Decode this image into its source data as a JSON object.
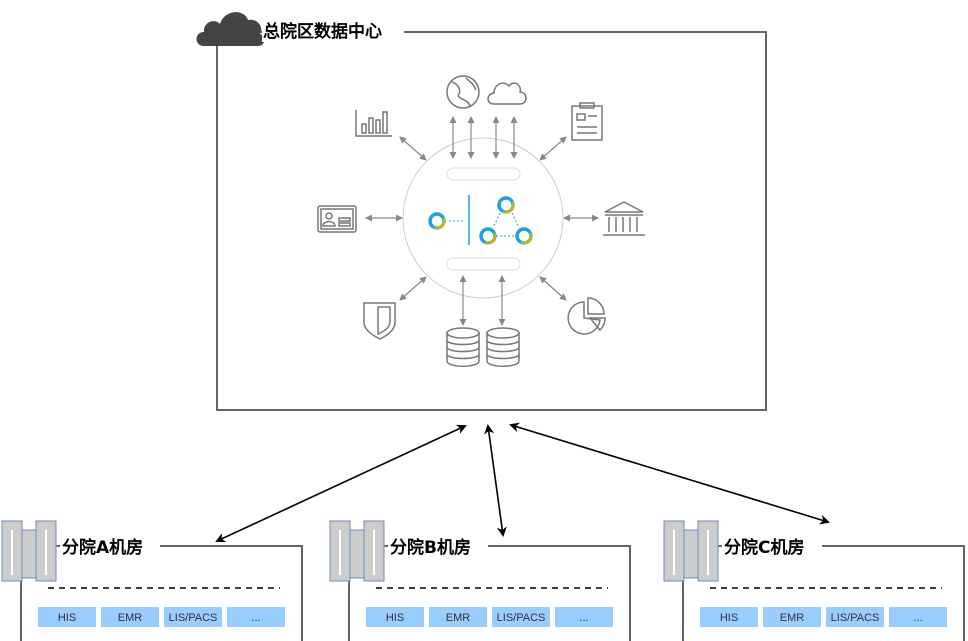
{
  "main_center": {
    "title": "总院区数据中心"
  },
  "branches": [
    {
      "title": "分院A机房",
      "systems": [
        "HIS",
        "EMR",
        "LIS/PACS",
        "..."
      ]
    },
    {
      "title": "分院B机房",
      "systems": [
        "HIS",
        "EMR",
        "LIS/PACS",
        "..."
      ]
    },
    {
      "title": "分院C机房",
      "systems": [
        "HIS",
        "EMR",
        "LIS/PACS",
        "..."
      ]
    }
  ],
  "colors": {
    "chip": "#99ccff",
    "border": "#666666",
    "server": "#cccccc",
    "server_border": "#6c8ebf",
    "accent_blue": "#1ba1e2"
  }
}
